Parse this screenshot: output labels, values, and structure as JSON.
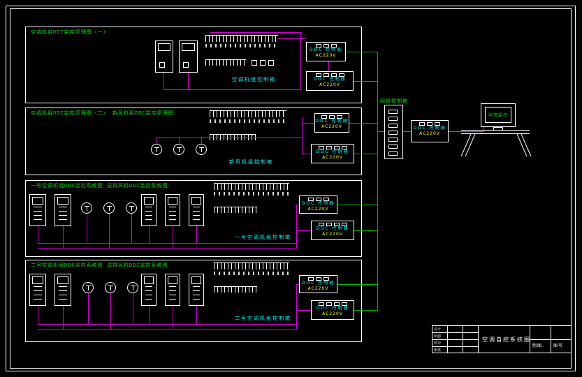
{
  "sections": [
    {
      "title": "空调机组DDC监控原理图（一）",
      "cabinet": "空调机组控制箱"
    },
    {
      "title": "空调机组DDC监控原理图（二）  新风机组DDC监控原理图",
      "cabinet": "新风机组控制箱"
    },
    {
      "title": "一号空调机组DDC监控系统图  送排风机DDC监控系统图",
      "cabinet": "一号空调机组控制箱"
    },
    {
      "title": "二号空调机组DDC监控系统图  送排风机DDC监控系统图",
      "cabinet": "二号空调机组控制箱"
    }
  ],
  "ddc": {
    "row1": "DDC 控制器",
    "row2": "AC220V"
  },
  "network": {
    "hub_label": "网络控制箱"
  },
  "workstation": {
    "screen_label": "中央监控"
  },
  "title_block": {
    "project": "空调自控系统图",
    "rows": [
      "设计",
      "制图",
      "校对",
      "审核"
    ],
    "right_a": "制图.",
    "right_b": "图号"
  },
  "colors": {
    "wire": "#d400d4",
    "network": "#00b400",
    "label": "#00ffff",
    "title": "#00e000"
  }
}
